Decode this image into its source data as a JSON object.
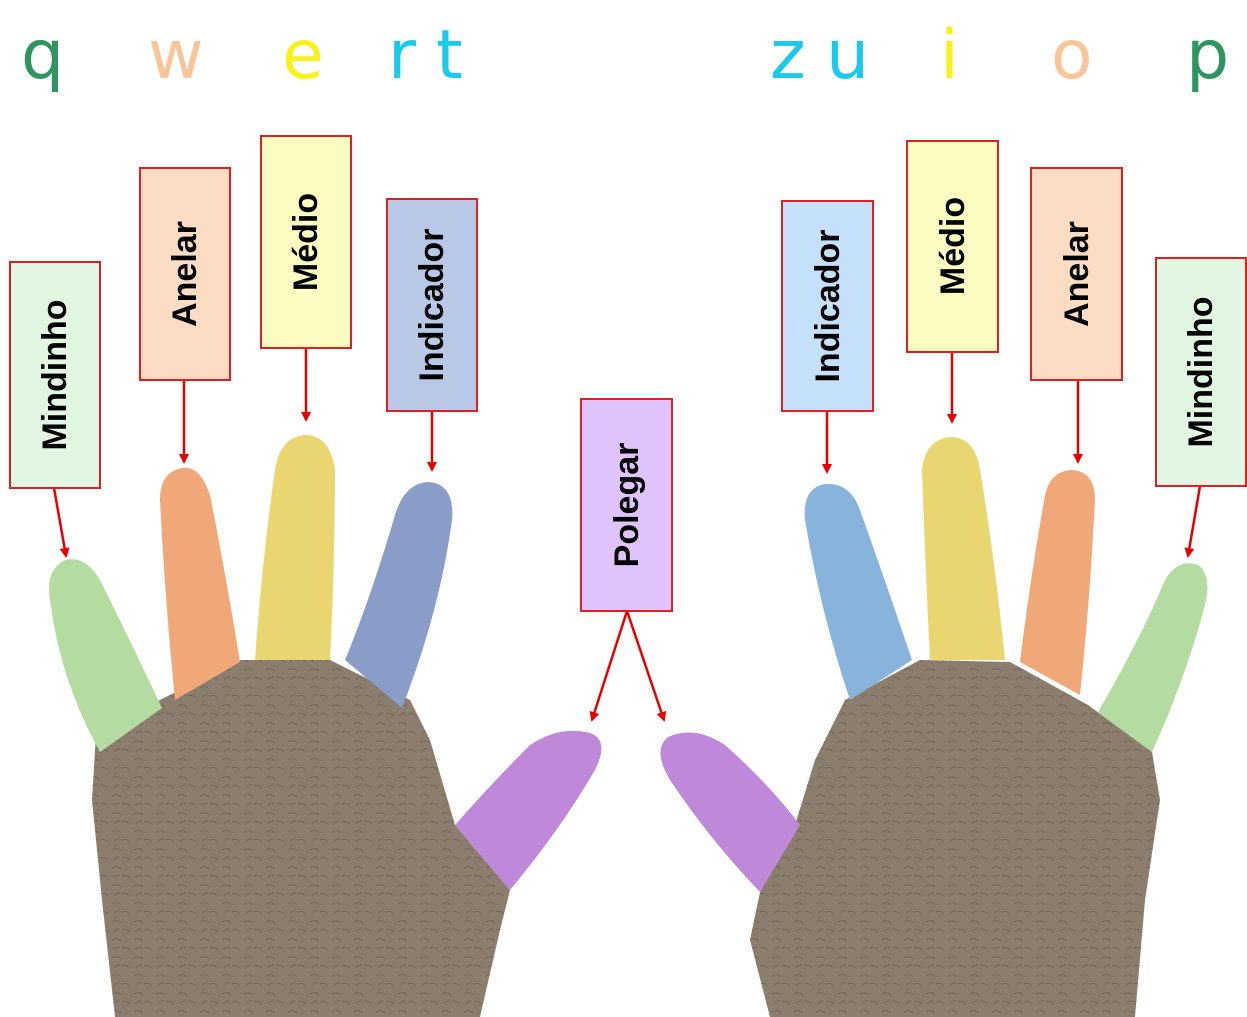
{
  "keys": {
    "left": [
      {
        "char": "q",
        "color": "#2E9560"
      },
      {
        "char": "w",
        "color": "#F9C598"
      },
      {
        "char": "e",
        "color": "#FBF11A"
      },
      {
        "char": "r",
        "color": "#1ACAEC"
      },
      {
        "char": "t",
        "color": "#1ACAEC"
      }
    ],
    "right": [
      {
        "char": "z",
        "color": "#1ACAEC"
      },
      {
        "char": "u",
        "color": "#1ACAEC"
      },
      {
        "char": "i",
        "color": "#FBF11A"
      },
      {
        "char": "o",
        "color": "#F9C598"
      },
      {
        "char": "p",
        "color": "#2E9560"
      }
    ]
  },
  "fingers": {
    "left": [
      {
        "id": "mindinho",
        "label": "Mindinho",
        "box_color": "#E2F7E2",
        "tint": "#B5DCA0"
      },
      {
        "id": "anelar",
        "label": "Anelar",
        "box_color": "#FCDCC2",
        "tint": "#F0A878"
      },
      {
        "id": "medio",
        "label": "Médio",
        "box_color": "#FCFCC2",
        "tint": "#EAD670"
      },
      {
        "id": "indicador",
        "label": "Indicador",
        "box_color": "#B8C8E6",
        "tint": "#8A9CC8"
      }
    ],
    "right": [
      {
        "id": "indicador",
        "label": "Indicador",
        "box_color": "#C4E0FA",
        "tint": "#88B4DC"
      },
      {
        "id": "medio",
        "label": "Médio",
        "box_color": "#FCFCC2",
        "tint": "#EAD670"
      },
      {
        "id": "anelar",
        "label": "Anelar",
        "box_color": "#FCDCC2",
        "tint": "#F0A878"
      },
      {
        "id": "mindinho",
        "label": "Mindinho",
        "box_color": "#E2F7E2",
        "tint": "#B5DCA0"
      }
    ],
    "thumb": {
      "label": "Polegar",
      "box_color": "#DEC4FA",
      "tint": "#C088D8"
    }
  },
  "colors": {
    "box_border": "#E02020",
    "arrow": "#E80000",
    "skin": "#8B7E6E",
    "skin_dark": "#6F6456",
    "background": "#FFFFFF"
  }
}
